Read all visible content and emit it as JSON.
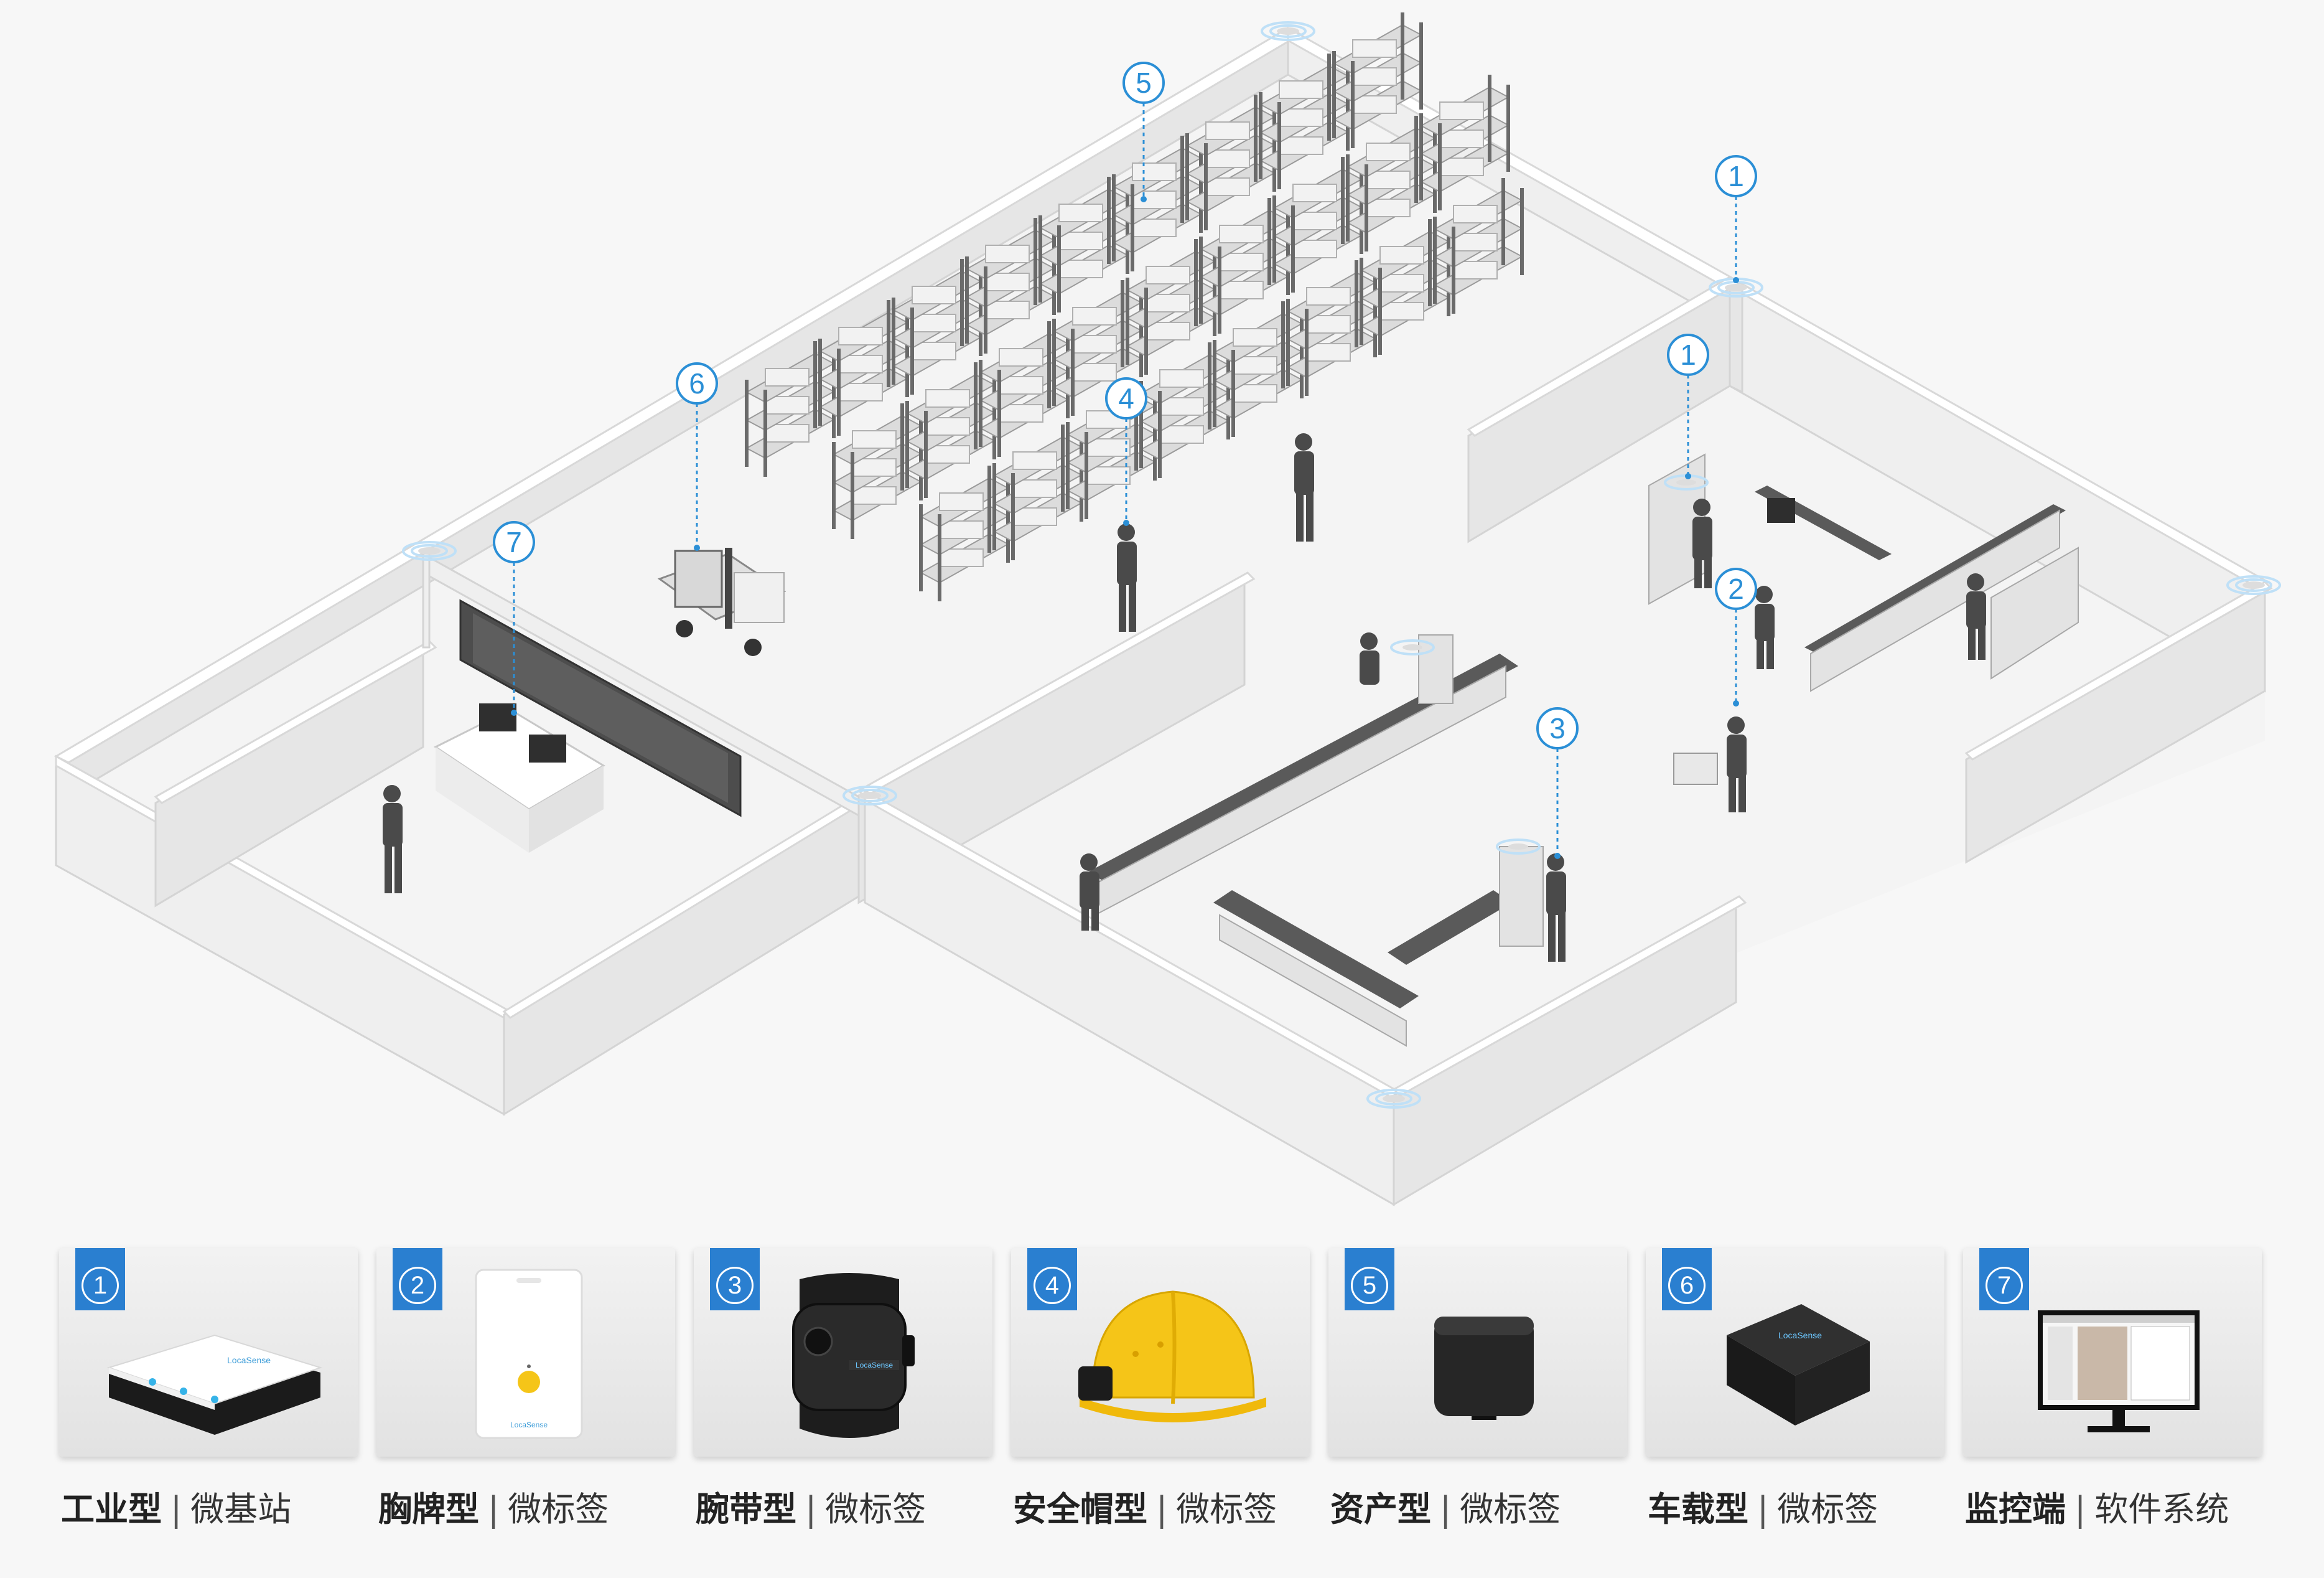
{
  "callouts": [
    {
      "num": "5"
    },
    {
      "num": "1"
    },
    {
      "num": "1"
    },
    {
      "num": "6"
    },
    {
      "num": "4"
    },
    {
      "num": "7"
    },
    {
      "num": "2"
    },
    {
      "num": "3"
    }
  ],
  "products": [
    {
      "num": "1",
      "bold": "工业型",
      "sep": "|",
      "sub": "微基站",
      "icon": "base-station"
    },
    {
      "num": "2",
      "bold": "胸牌型",
      "sep": "|",
      "sub": "微标签",
      "icon": "badge-tag"
    },
    {
      "num": "3",
      "bold": "腕带型",
      "sep": "|",
      "sub": "微标签",
      "icon": "wristband-tag"
    },
    {
      "num": "4",
      "bold": "安全帽型",
      "sep": "|",
      "sub": "微标签",
      "icon": "helmet-tag"
    },
    {
      "num": "5",
      "bold": "资产型",
      "sep": "|",
      "sub": "微标签",
      "icon": "asset-tag"
    },
    {
      "num": "6",
      "bold": "车载型",
      "sep": "|",
      "sub": "微标签",
      "icon": "vehicle-tag"
    },
    {
      "num": "7",
      "bold": "监控端",
      "sep": "|",
      "sub": "软件系统",
      "icon": "monitor"
    }
  ],
  "brand": {
    "logo_text": "LocaSense"
  },
  "colors": {
    "accent": "#2b8fd6",
    "badge": "#2a7fd0",
    "helmet": "#f5c518"
  }
}
